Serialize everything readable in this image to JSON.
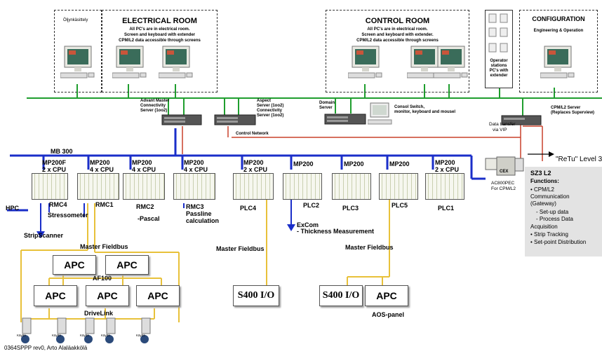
{
  "rooms": {
    "oljy": "Öljynkäsittely",
    "electrical": {
      "title": "ELECTRICAL ROOM",
      "lines": [
        "All PC's are in electrical room.",
        "Screen and keyboard with extender",
        "CPM/L2 data accessible through screens"
      ]
    },
    "control": {
      "title": "CONTROL ROOM",
      "lines": [
        "All PC's are in electrical room.",
        "Screen and keyboard with extender.",
        "CPM/L2 data accessible through screens"
      ]
    },
    "operator": [
      "Operator",
      "stations",
      "PC's with",
      "extender"
    ],
    "config": {
      "title": "CONFIGURATION",
      "subtitle": "Engineering & Operation"
    }
  },
  "servers": {
    "advant": [
      "Advant Master",
      "Connectivity",
      "Server (1oo2)"
    ],
    "aspect": [
      "Aspect",
      "Server (1oo2)",
      "Connectivity",
      "Server (1oo2)"
    ],
    "domain": [
      "Domain",
      "Server"
    ],
    "consol": [
      "Consol Switch,",
      "monitor, keyboard and mousel"
    ],
    "cpm_server": [
      "CPM/L2 Server",
      "(Replaces Superview)"
    ],
    "data_transfer": [
      "Data transfer",
      "via VIP"
    ],
    "control_network": "Control Network"
  },
  "bus": {
    "mb300": "MB 300",
    "retu": "\"ReTu\" Level 3",
    "cex": "CEX",
    "ac800": [
      "AC800PEC",
      "For CPM/L2"
    ]
  },
  "controllers": [
    {
      "model": "MP200F",
      "cpu": "2 x CPU",
      "name": "RMC4"
    },
    {
      "model": "MP200",
      "cpu": "4 x CPU",
      "name": "RMC1"
    },
    {
      "model": "MP200",
      "cpu": "4 x CPU",
      "name": "RMC2"
    },
    {
      "model": "MP200",
      "cpu": "4 x CPU",
      "name": "RMC3"
    },
    {
      "model": "MP200",
      "cpu": "2 x CPU",
      "name": "PLC4"
    },
    {
      "model": "MP200",
      "cpu": "",
      "name": "PLC2"
    },
    {
      "model": "MP200",
      "cpu": "",
      "name": "PLC3"
    },
    {
      "model": "MP200",
      "cpu": "",
      "name": "PLC5"
    },
    {
      "model": "MP200",
      "cpu": "2 x CPU",
      "name": "PLC1"
    }
  ],
  "labels": {
    "hpc": "HPC",
    "stressometer": "Stressometer",
    "stripscanner": "StripScanner",
    "pascal": "-Pascal",
    "passline": [
      "Passline",
      "calculation"
    ],
    "excom": [
      "ExCom",
      "- Thickness Measurement"
    ],
    "master_fieldbus_1": "Master Fieldbus",
    "master_fieldbus_2": "Master Fieldbus",
    "master_fieldbus_3": "Master Fieldbus",
    "af100": "AF100",
    "drivelink": "DriveLink",
    "aos_panel": "AOS-panel",
    "footer": "0364SPPP rev0, Arto Alaläakkölä"
  },
  "apc": {
    "label": "APC"
  },
  "s400": {
    "label": "S400 I/O"
  },
  "motor_label": "Käyttö",
  "sz3": {
    "title": "SZ3 L2",
    "functions": "Functions:",
    "items": [
      "• CPM/L2",
      "Communication",
      "(Gateway)",
      "- Set-up data",
      "- Process Data",
      "Acquisition",
      "• Strip Tracking",
      "• Set-point Distribution"
    ]
  },
  "colors": {
    "ethernet": "#1f9e2e",
    "mb300": "#1a2ec9",
    "fieldbus": "#e8c13a",
    "control_net": "#c8402a",
    "note_bg": "#e3e3e3"
  }
}
